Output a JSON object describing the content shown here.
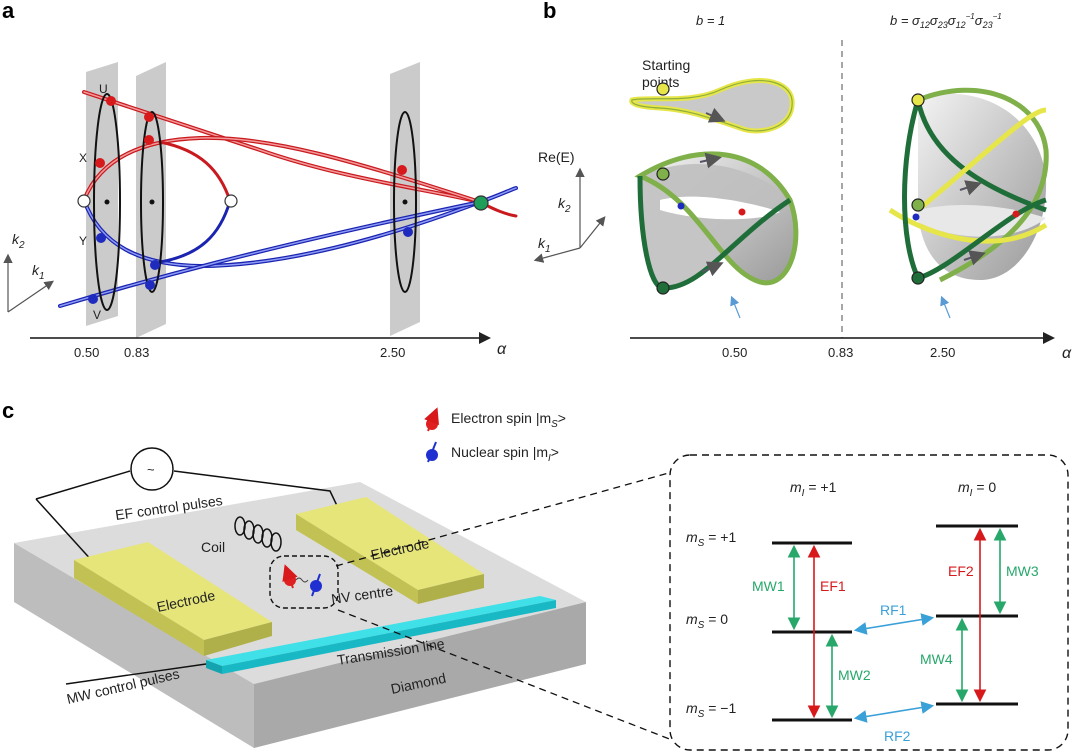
{
  "panels": {
    "a": "a",
    "b": "b",
    "c": "c"
  },
  "panel_a": {
    "point_labels": {
      "u": "U",
      "x": "X",
      "y": "Y",
      "v": "V"
    },
    "axis_k2": "k",
    "axis_k2_sub": "2",
    "axis_k1": "k",
    "axis_k1_sub": "1",
    "x_axis_label": "α",
    "ticks": [
      "0.50",
      "0.83",
      "2.50"
    ]
  },
  "panel_b": {
    "title_left": "b = 1",
    "title_right": "b = σ12σ23σ12−1σ23−1",
    "starting_points": "Starting points",
    "starting_points_line1": "Starting",
    "starting_points_line2": "points",
    "axis_re": "Re(E)",
    "axis_k2": "k",
    "axis_k2_sub": "2",
    "axis_k1": "k",
    "axis_k1_sub": "1",
    "x_axis_label": "α",
    "ticks": [
      "0.50",
      "0.83",
      "2.50"
    ]
  },
  "panel_c": {
    "legend_electron": "Electron spin |mS>",
    "legend_electron_a": "Electron spin |m",
    "legend_electron_sub": "S",
    "legend_electron_b": ">",
    "legend_nuclear": "Nuclear spin |mI>",
    "legend_nuclear_a": "Nuclear spin |m",
    "legend_nuclear_sub": "I",
    "legend_nuclear_b": ">",
    "ef_source": "~",
    "ef_control": "EF control pulses",
    "coil": "Coil",
    "electrode_left": "Electrode",
    "electrode_right": "Electrode",
    "nv_centre": "NV centre",
    "transmission_line": "Transmission line",
    "diamond": "Diamond",
    "mw_control": "MW control pulses",
    "levels": {
      "mi_plus1": "mI = +1",
      "mi_0": "mI = 0",
      "ms_plus1": "mS = +1",
      "ms_0": "mS = 0",
      "ms_minus1": "mS = −1"
    },
    "transitions": {
      "mw1": "MW1",
      "ef1": "EF1",
      "mw2": "MW2",
      "ef2": "EF2",
      "mw3": "MW3",
      "mw4": "MW4",
      "rf1": "RF1",
      "rf2": "RF2"
    }
  },
  "colors": {
    "red": "#d7191c",
    "blue": "#1f2bbf",
    "green": "#1f9e5a",
    "cyan": "#18c6d6",
    "electrode": "#e3e27a",
    "rf": "#3aa0d8",
    "mw": "#27a86a",
    "dark_green": "#1f6e3a",
    "light_green": "#7fb04a",
    "yellow": "#e6e64a"
  }
}
